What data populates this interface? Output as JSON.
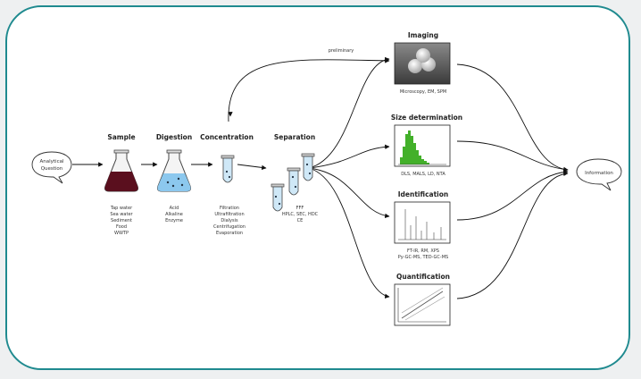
{
  "question_bubble": [
    "Analytical",
    "Question"
  ],
  "information_bubble": "Information",
  "stages": {
    "sample": {
      "title": "Sample",
      "items": [
        "Tap water",
        "Sea water",
        "Sediment",
        "Food",
        "WWTP"
      ]
    },
    "digestion": {
      "title": "Digestion",
      "items": [
        "Acid",
        "Alkaline",
        "Enzyme"
      ]
    },
    "concentration": {
      "title": "Concentration",
      "items": [
        "Filtration",
        "Ultrafiltration",
        "Dialysis",
        "Centrifugation",
        "Evaporation"
      ]
    },
    "separation": {
      "title": "Separation",
      "items": [
        "FFF",
        "HPLC, SEC, HDC",
        "CE"
      ]
    }
  },
  "preliminary_label": "preliminary",
  "outputs": {
    "imaging": {
      "title": "Imaging",
      "caption": "Microscopy, EM, SPM"
    },
    "size": {
      "title": "Size determination",
      "caption": "DLS, MALS, LD, NTA"
    },
    "identification": {
      "title": "Identification",
      "captions": [
        "FT-IR, RM, XPS",
        "Py-GC-MS, TED-GC-MS"
      ]
    },
    "quantification": {
      "title": "Quantification"
    }
  },
  "colors": {
    "frame": "#1f8a8f",
    "wine": "#5a0f1e",
    "water": "#8cc8ee",
    "histogram": "#43b02a"
  }
}
